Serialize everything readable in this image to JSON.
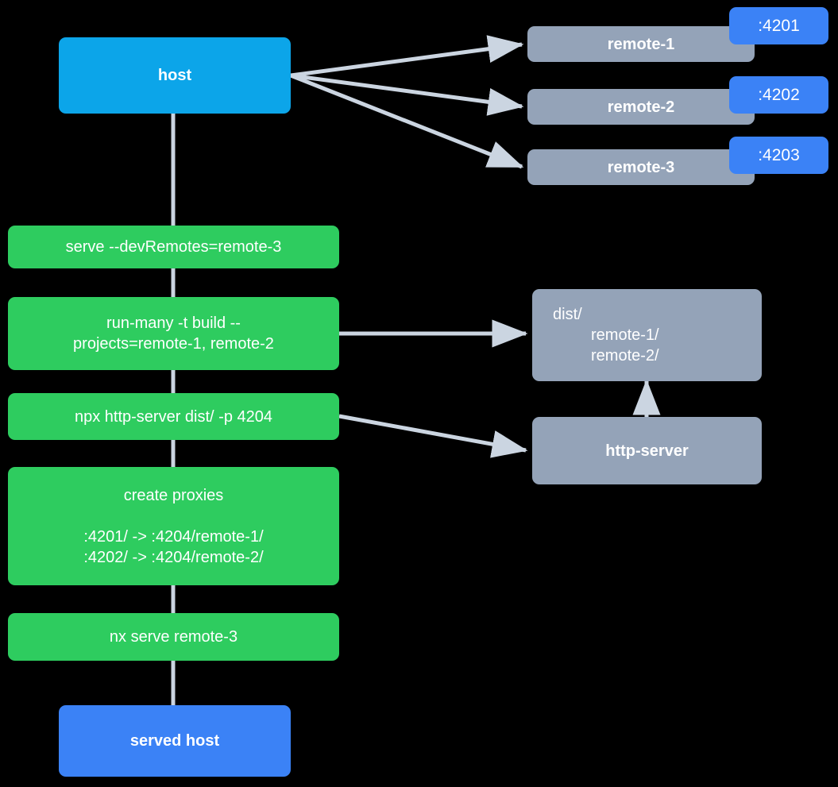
{
  "diagram": {
    "title": "nx module federation dev serve flow",
    "background": "#000000",
    "edge_color": "#CBD5E1",
    "colors": {
      "host": "#0CA5E9",
      "served_host": "#3B82F6",
      "command": "#2ECC5F",
      "remote": "#94A3B8",
      "badge": "#3B82F6",
      "edge": "#CBD5E1"
    }
  },
  "nodes": {
    "host": {
      "label": "host"
    },
    "served_host": {
      "label": "served host"
    },
    "remotes": [
      {
        "label": "remote-1",
        "port": ":4201"
      },
      {
        "label": "remote-2",
        "port": ":4202"
      },
      {
        "label": "remote-3",
        "port": ":4203"
      }
    ],
    "commands": [
      {
        "id": "serve",
        "line1": "serve --devRemotes=remote-3"
      },
      {
        "id": "run-many",
        "line1": "run-many -t build --",
        "line2": "projects=remote-1, remote-2"
      },
      {
        "id": "http-server-cmd",
        "line1": "npx http-server dist/ -p 4204"
      },
      {
        "id": "create-proxies",
        "line1": "create proxies",
        "proxy1": ":4201/ -> :4204/remote-1/",
        "proxy2": ":4202/ -> :4204/remote-2/"
      },
      {
        "id": "nx-serve",
        "line1": "nx serve remote-3"
      }
    ],
    "dist": {
      "line1": "dist/",
      "line2": "remote-1/",
      "line3": "remote-2/"
    },
    "http_server": {
      "label": "http-server"
    }
  }
}
